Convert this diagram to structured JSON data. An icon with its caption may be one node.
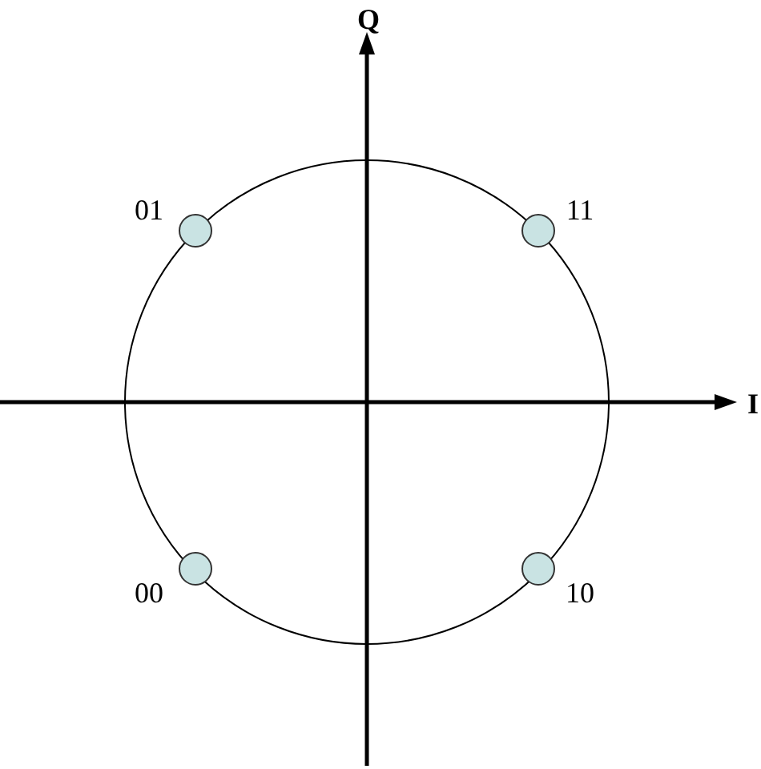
{
  "diagram": {
    "nodes": [
      {
        "text": [],
        "shape": "circle",
        "beside": [
          "01"
        ]
      },
      {
        "text": [],
        "shape": "circle",
        "beside": [
          "11"
        ]
      },
      {
        "text": [],
        "shape": "circle",
        "beside": [
          "00"
        ]
      },
      {
        "text": [],
        "shape": "circle",
        "beside": [
          "10"
        ]
      }
    ],
    "edges": [],
    "labels": [
      "Q",
      "I"
    ]
  }
}
